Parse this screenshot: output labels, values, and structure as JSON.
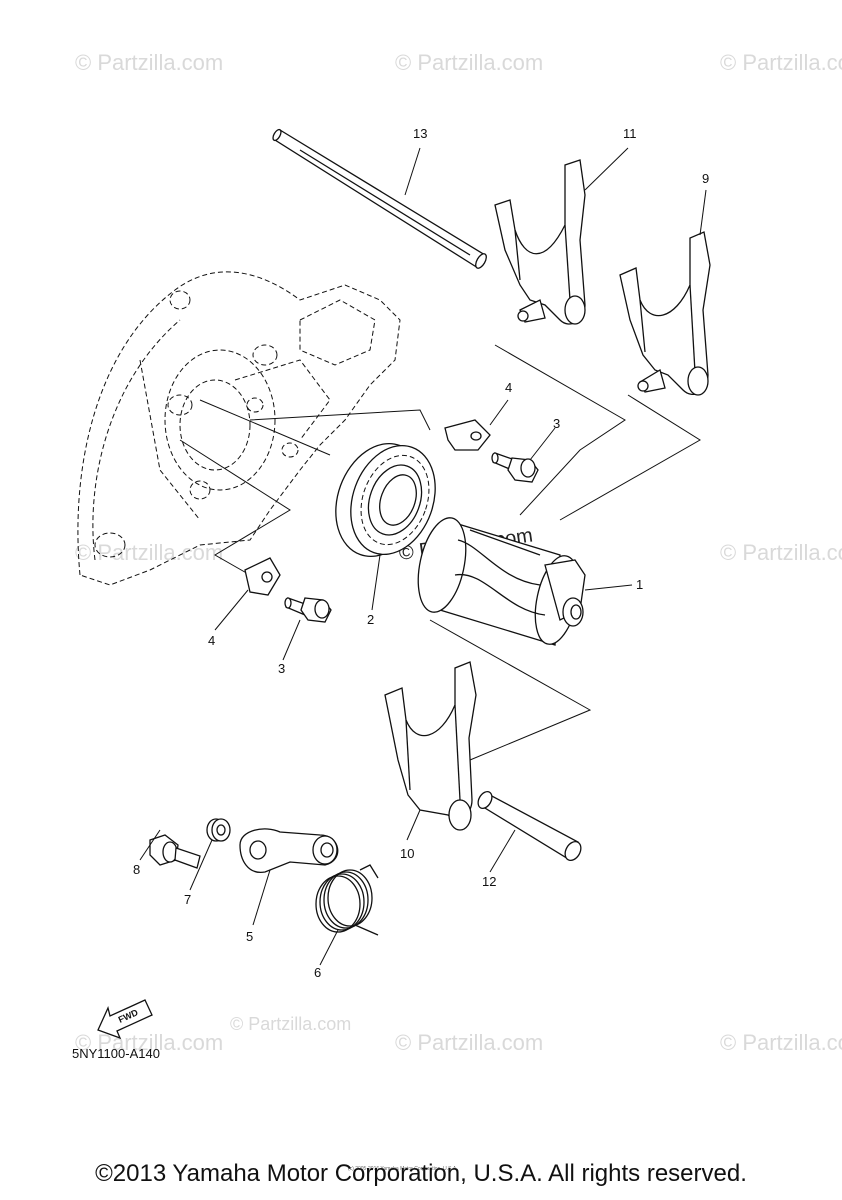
{
  "watermarks": [
    "© Partzilla.com",
    "© Partzilla.com",
    "© Partzilla.com",
    "© Partzilla.com",
    "© Partzilla.com",
    "© Partzilla.com",
    "© Partzilla.com",
    "© Partzilla.com",
    "© Partzilla.com",
    "© Partzilla.com"
  ],
  "part_labels": [
    "13",
    "11",
    "9",
    "4",
    "3",
    "4",
    "3",
    "2",
    "1",
    "10",
    "12",
    "8",
    "7",
    "5",
    "6"
  ],
  "fwd_label": "FWD",
  "diagram_code": "5NY1100-A140",
  "tiny_notice": "(c) 2005-2016 Yamaha Motor Corporation, U.S.A.",
  "copyright": "©2013 Yamaha Motor Corporation, U.S.A. All rights reserved."
}
